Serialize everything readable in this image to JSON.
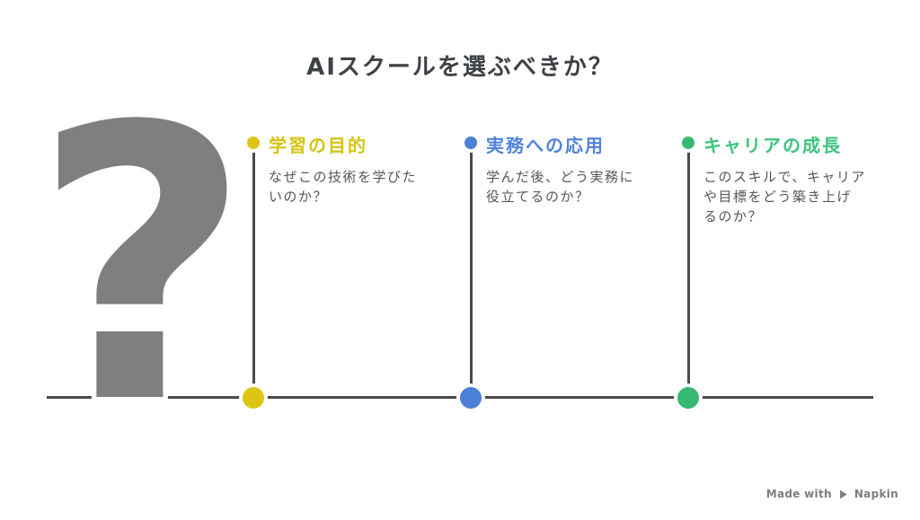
{
  "title": "AIスクールを選ぶべきか？",
  "question_mark": "?",
  "items": [
    {
      "label": "学習の目的",
      "description_lines": [
        "なぜこの技術を学びた",
        "いのか？"
      ],
      "color": "#d5c40e",
      "dot_color": "#ddc613"
    },
    {
      "label": "実務への応用",
      "description_lines": [
        "学んだ後、どう実務に",
        "役立てるのか？"
      ],
      "color": "#5083de",
      "dot_color": "#4c7fd6"
    },
    {
      "label": "キャリアの成長",
      "description_lines": [
        "このスキルで、キャリア",
        "や目標をどう築き上げ",
        "るのか？"
      ],
      "color": "#3ec47e",
      "dot_color": "#37b973"
    }
  ],
  "footer": {
    "made_with": "Made with",
    "brand": "Napkin",
    "logo_icon": "napkin-play-icon",
    "color": "#7d7d7d"
  },
  "colors": {
    "background": "#ffffff",
    "title_text": "#3e4145",
    "body_text": "#54575a",
    "timeline": "#4a4a4a",
    "question_mark": "#7d7f80",
    "question_mark_outline": "#ffffff"
  }
}
